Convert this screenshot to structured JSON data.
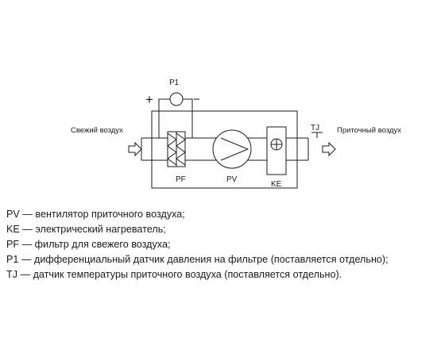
{
  "diagram": {
    "labels": {
      "p1": "P1",
      "plus": "+",
      "minus": "−",
      "fresh_air": "Свежий воздух",
      "supply_air": "Приточный воздух",
      "tj": "TJ",
      "pf": "PF",
      "pv": "PV",
      "ke": "KE"
    }
  },
  "legend": [
    "PV — вентилятор приточного воздуха;",
    "KE — электрический нагреватель;",
    "PF — фильтр для свежего воздуха;",
    "P1 — дифференциальный датчик давления на фильтре (поставляется отдельно);",
    "TJ — датчик температуры приточного воздуха (поставляется отдельно)."
  ],
  "colors": {
    "stroke": "#1a1a1a",
    "background": "#ffffff"
  }
}
